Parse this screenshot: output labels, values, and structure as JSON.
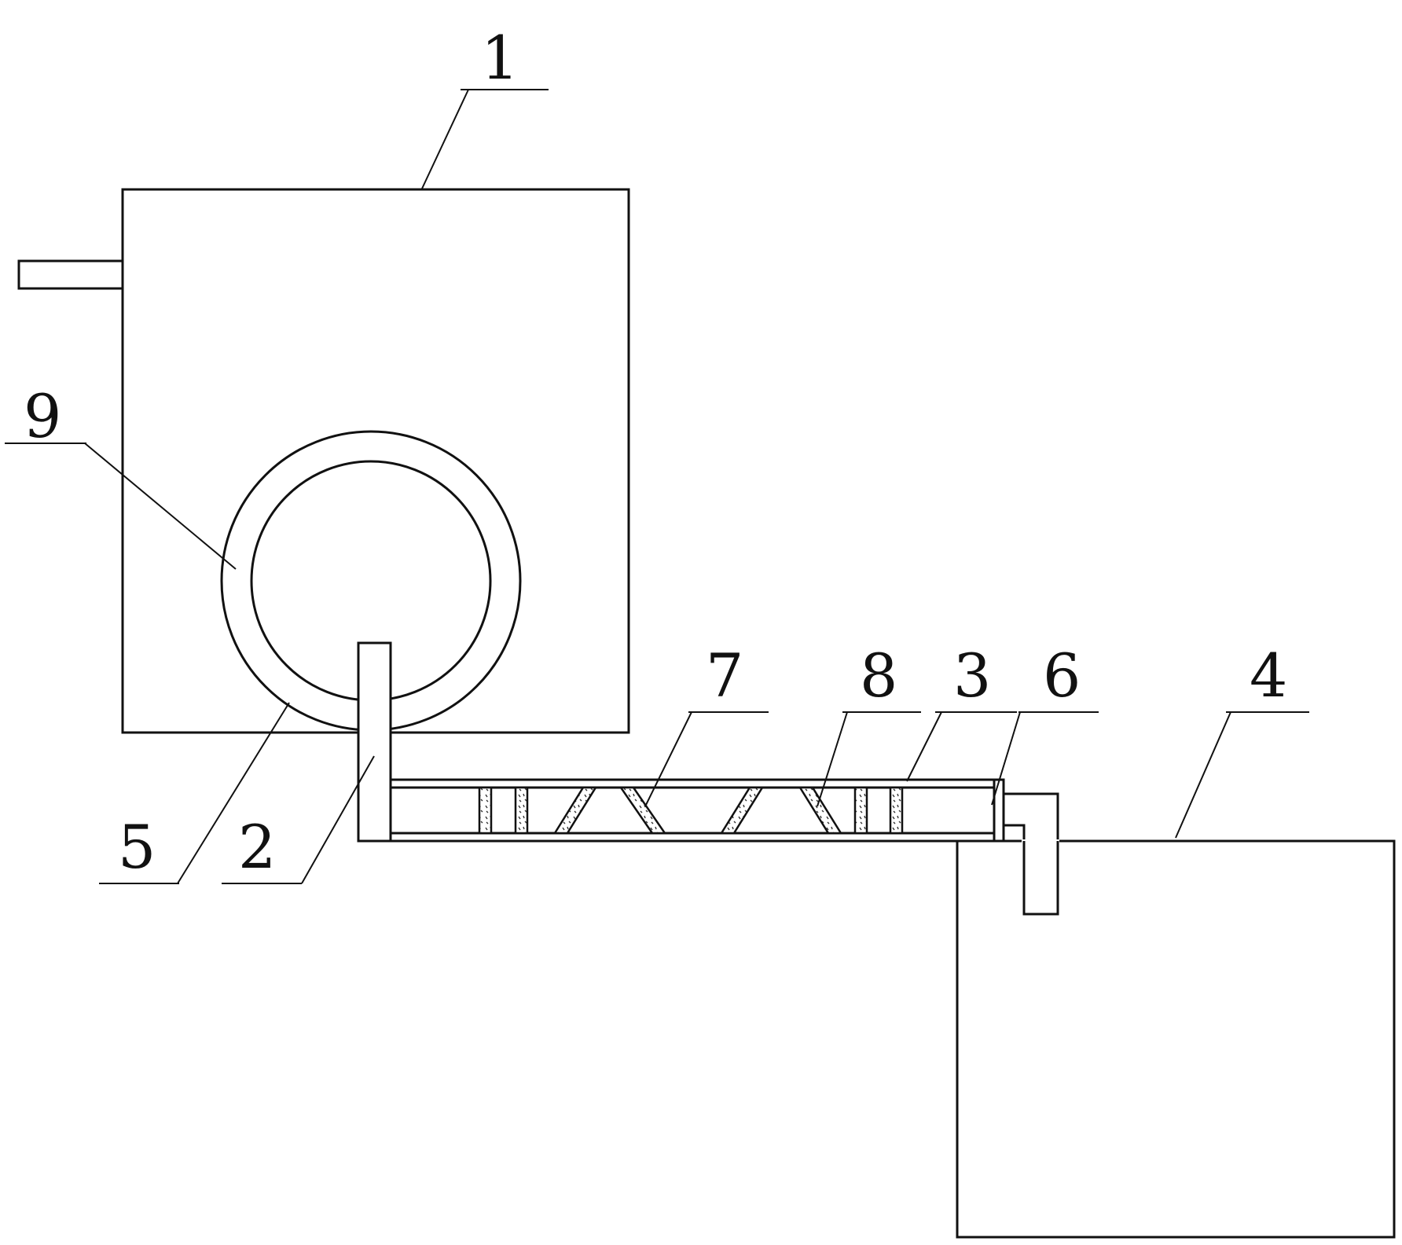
{
  "figure": {
    "labels": {
      "l1": "1",
      "l2": "2",
      "l3": "3",
      "l4": "4",
      "l5": "5",
      "l6": "6",
      "l7": "7",
      "l8": "8",
      "l9": "9"
    }
  },
  "colors": {
    "line": "#111111",
    "background": "#ffffff"
  }
}
